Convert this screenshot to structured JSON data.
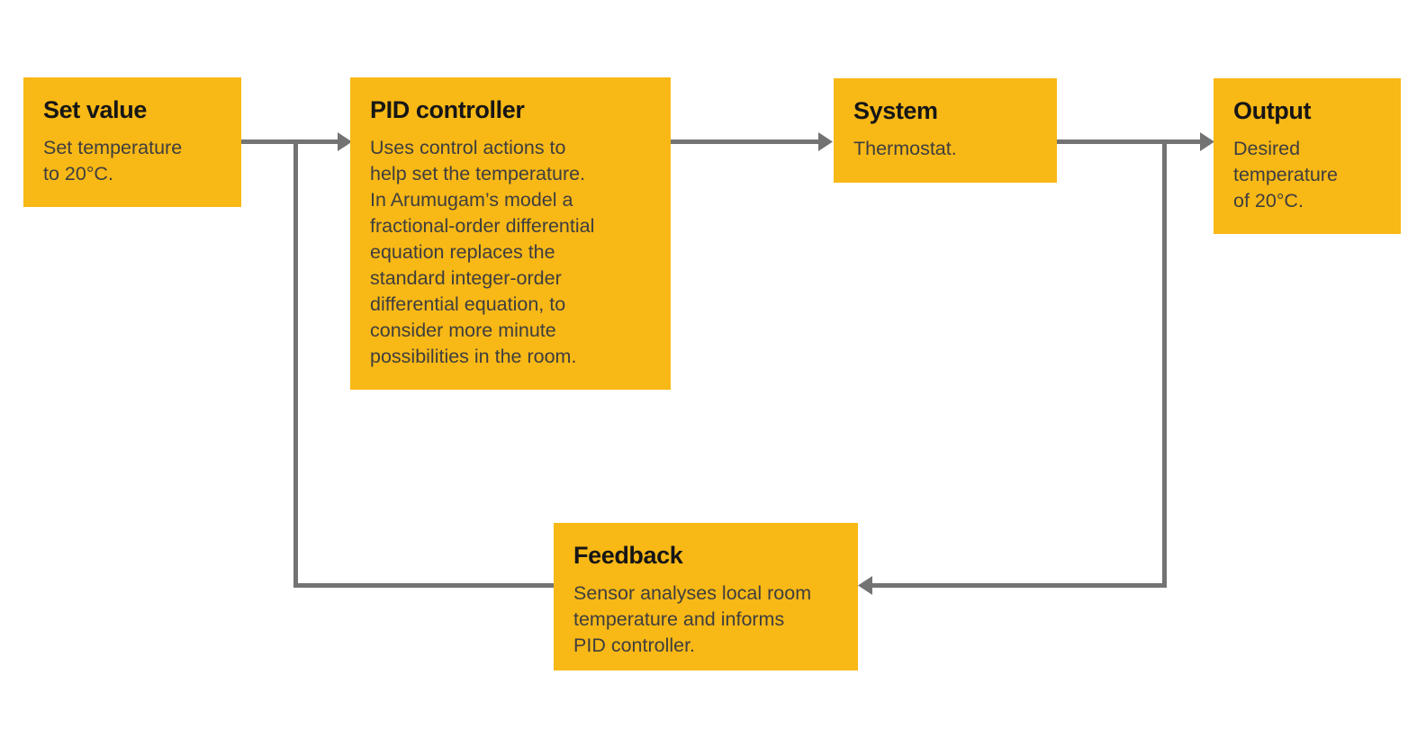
{
  "colors": {
    "box_fill": "#F8B816",
    "arrow": "#737373",
    "title_text": "#161616",
    "body_text": "#3E3E3E",
    "background": "#FFFFFF"
  },
  "nodes": [
    {
      "id": "set-value",
      "title": "Set value",
      "body_lines": [
        "Set temperature",
        "to 20°C."
      ]
    },
    {
      "id": "pid-controller",
      "title": "PID controller",
      "body_lines": [
        "Uses control actions to",
        "help set the temperature.",
        "In Arumugam’s model a",
        "fractional-order differential",
        "equation replaces the",
        "standard integer-order",
        "differential equation, to",
        "consider more minute",
        "possibilities in the room."
      ]
    },
    {
      "id": "system",
      "title": "System",
      "body_lines": [
        "Thermostat."
      ]
    },
    {
      "id": "output",
      "title": "Output",
      "body_lines": [
        "Desired",
        "temperature",
        "of 20°C."
      ]
    },
    {
      "id": "feedback",
      "title": "Feedback",
      "body_lines": [
        "Sensor analyses local room",
        "temperature and informs",
        "PID controller."
      ]
    }
  ],
  "connectors": [
    {
      "from": "set-value",
      "to": "pid-controller",
      "arrowhead": true
    },
    {
      "from": "pid-controller",
      "to": "system",
      "arrowhead": true
    },
    {
      "from": "system",
      "to": "output",
      "arrowhead": true
    },
    {
      "from": "system-to-output-line",
      "to": "feedback",
      "arrowhead": true
    },
    {
      "from": "feedback",
      "to": "set-value-to-pid-line",
      "arrowhead": false
    }
  ]
}
